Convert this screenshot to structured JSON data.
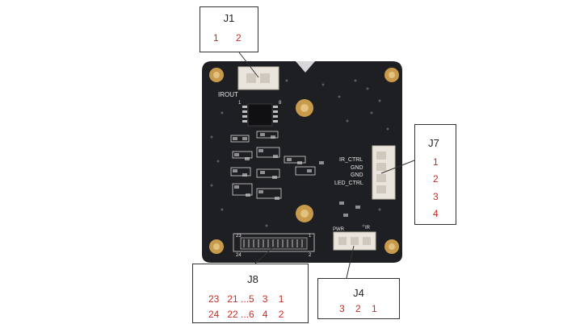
{
  "colors": {
    "board": "#1e1f22",
    "pin_number": "#cc2a1f",
    "connector_body": "#e9e4dc",
    "mounting_pad": "#c79a4c"
  },
  "silkscreen": {
    "irout": "IROUT",
    "ir_ctrl": "IR_CTRL",
    "gnd1": "GND",
    "gnd2": "GND",
    "led_ctrl": "LED_CTRL",
    "pwr": "PWR",
    "ir": "IR",
    "fpc_23": "23",
    "fpc_24": "24",
    "fpc_1": "1",
    "fpc_2": "2",
    "ic_pin1": "1",
    "ic_pin8": "8"
  },
  "callouts": {
    "j1": {
      "title": "J1",
      "pins": [
        "1",
        "2"
      ]
    },
    "j7": {
      "title": "J7",
      "pins": [
        "1",
        "2",
        "3",
        "4"
      ]
    },
    "j8": {
      "title": "J8",
      "row1": "23   21 ...5   3    1",
      "row2": "24   22 ...6   4    2"
    },
    "j4": {
      "title": "J4",
      "pins": "3    2    1"
    }
  }
}
